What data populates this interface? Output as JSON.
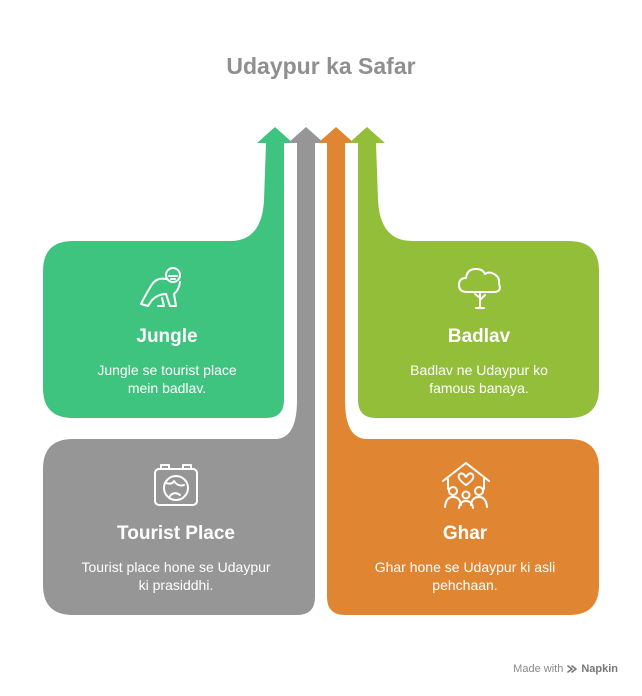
{
  "title": "Udaypur ka Safar",
  "colors": {
    "green": "#3fc480",
    "gray": "#969696",
    "orange": "#e08531",
    "lime": "#92be3a"
  },
  "cards": [
    {
      "id": "jungle",
      "title": "Jungle",
      "desc_line1": "Jungle se tourist place",
      "desc_line2": "mein badlav.",
      "icon": "gorilla-icon"
    },
    {
      "id": "badlav",
      "title": "Badlav",
      "desc_line1": "Badlav ne Udaypur ko",
      "desc_line2": "famous banaya.",
      "icon": "tree-icon"
    },
    {
      "id": "tourist",
      "title": "Tourist Place",
      "desc_line1": "Tourist place hone se Udaypur",
      "desc_line2": "ki prasiddhi.",
      "icon": "suitcase-globe-icon"
    },
    {
      "id": "ghar",
      "title": "Ghar",
      "desc_line1": "Ghar hone se Udaypur ki asli",
      "desc_line2": "pehchaan.",
      "icon": "family-home-icon"
    }
  ],
  "footer": {
    "made_with": "Made with",
    "brand": "Napkin"
  }
}
